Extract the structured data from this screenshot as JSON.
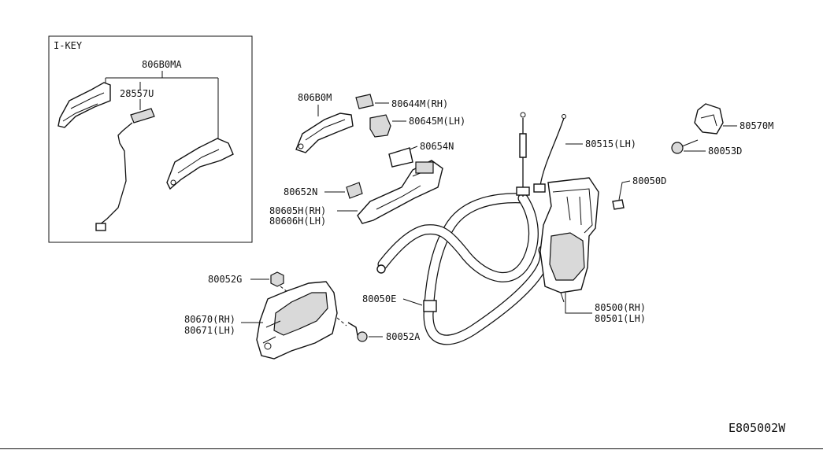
{
  "inset": {
    "title": "I-KEY"
  },
  "labels": {
    "p806B0MA": "806B0MA",
    "p28557U": "28557U",
    "p806B0M": "806B0M",
    "p80644M": "80644M(RH)",
    "p80645M": "80645M(LH)",
    "p80654N": "80654N",
    "p80652N": "80652N",
    "p80605H": "80605H(RH)",
    "p80606H": "80606H(LH)",
    "p80052G": "80052G",
    "p80670": "80670(RH)",
    "p80671": "80671(LH)",
    "p80052A": "80052A",
    "p80050E": "80050E",
    "p80515": "80515(LH)",
    "p80570M": "80570M",
    "p80053D": "80053D",
    "p80050D": "80050D",
    "p80500": "80500(RH)",
    "p80501": "80501(LH)"
  },
  "diagram_code": "E805002W"
}
